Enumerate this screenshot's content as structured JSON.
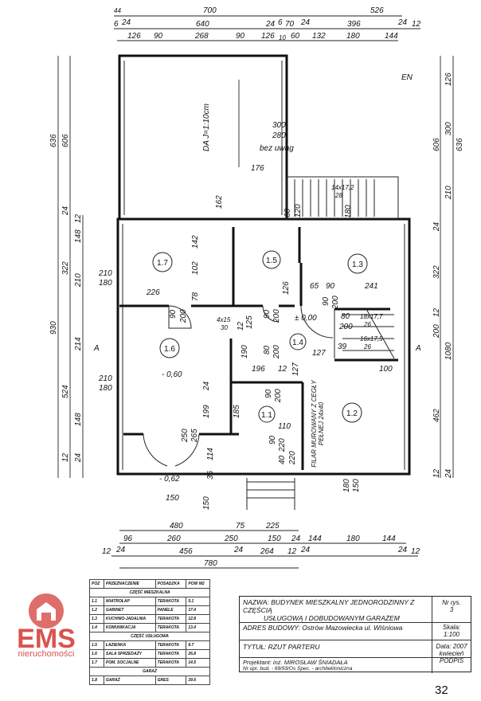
{
  "drawing": {
    "top_dims": {
      "row1": [
        "44",
        "700",
        "526"
      ],
      "row2": [
        "6",
        "24",
        "640",
        "24",
        "6",
        "70",
        "24",
        "396",
        "24",
        "12"
      ],
      "row3": [
        "126",
        "90",
        "268",
        "90",
        "126",
        "10",
        "60",
        "132",
        "180",
        "144"
      ]
    },
    "bottom_dims": {
      "row1": [
        "480",
        "75",
        "225"
      ],
      "row2": [
        "96",
        "260",
        "250",
        "150",
        "24",
        "144",
        "180",
        "144"
      ],
      "row3": [
        "12",
        "24",
        "456",
        "24",
        "264",
        "12",
        "24",
        "24",
        "12"
      ],
      "row4": [
        "780"
      ]
    },
    "left_dims": [
      "636",
      "606",
      "24",
      "12",
      "148",
      "322",
      "210",
      "930",
      "214",
      "524",
      "148",
      "12",
      "24"
    ],
    "right_dims": [
      "126",
      "300",
      "606",
      "636",
      "210",
      "24",
      "322",
      "12",
      "200",
      "1080",
      "462",
      "12",
      "24"
    ],
    "rooms": [
      "1.1",
      "1.2",
      "1.3",
      "1.4",
      "1.5",
      "1.6",
      "1.7"
    ],
    "levels": [
      "± 0,00",
      "- 0,60",
      "- 0,62"
    ],
    "inner_dims": [
      "226",
      "90",
      "200",
      "78",
      "102",
      "142",
      "90",
      "200",
      "126",
      "65",
      "90",
      "241",
      "90",
      "200",
      "80",
      "200",
      "127",
      "39",
      "196",
      "12",
      "190",
      "125",
      "12",
      "80",
      "200",
      "127",
      "100",
      "24",
      "199",
      "250",
      "265",
      "185",
      "90",
      "200",
      "110",
      "90",
      "220",
      "40",
      "220",
      "36",
      "114",
      "150",
      "150",
      "180",
      "150",
      "180",
      "120",
      "60",
      "176",
      "162",
      "300",
      "280",
      "210",
      "180",
      "210",
      "180"
    ],
    "stairs": [
      "18x17,7",
      "26",
      "16x17,5",
      "26",
      "14x17,2",
      "28",
      "4x15",
      "30"
    ],
    "garage_notes": [
      "DA J=1:10cm",
      "bez uwag"
    ],
    "section_marks": [
      "A",
      "A"
    ],
    "pillar_note": "FILAR MUROWANY Z CEGŁY PEŁNEJ 24x40",
    "corner_note": "EN"
  },
  "room_table": {
    "headers": [
      "POZ",
      "PRZEZNACZENIE",
      "POSADZKA",
      "POW M2"
    ],
    "sections": [
      {
        "title": "CZĘŚĆ MIESZKALNA",
        "rows": [
          [
            "1.1",
            "WIATROŁAP",
            "TERAKOTA",
            "5.1"
          ],
          [
            "1.2",
            "GABINET",
            "PANELE",
            "17.4"
          ],
          [
            "1.3",
            "KUCHNIO-JADALNIA",
            "TERAKOTA",
            "12.8"
          ],
          [
            "1.4",
            "KOMUNIKACJA",
            "TERAKOTA",
            "13.4"
          ]
        ]
      },
      {
        "title": "CZĘŚĆ USŁUGOWA",
        "rows": [
          [
            "1.5",
            "ŁAZIENKA",
            "TERAKOTA",
            "8.7"
          ],
          [
            "1.6",
            "SALA SPRZEDAŻY",
            "TERAKOTA",
            "26.8"
          ],
          [
            "1.7",
            "POM. SOCJALNE",
            "TERAKOTA",
            "14.5"
          ]
        ]
      },
      {
        "title": "GARAŻ",
        "rows": [
          [
            "1.8",
            "GARAŻ",
            "GRES",
            "39.6"
          ]
        ]
      }
    ]
  },
  "title_block": {
    "name": "NAZWA: BUDYNEK MIESZKALNY JEDNORODZINNY Z CZĘŚCIĄ",
    "name2": "USŁUGOWĄ I DOBUDOWANYM GARAŻEM",
    "address": "ADRES BUDOWY: Ostrów Mazowiecka ul. Wiśniowa",
    "title": "TYTUŁ:   RZUT PARTERU",
    "designer": "Projektant:     inż. MIROSŁAW ŚNIADAŁA",
    "license": "Nr upr. bud. - 69/93/Os   Spec. - architektoniczna",
    "drawing_no_label": "Nr rys.",
    "drawing_no": "3",
    "scale_label": "Skala:",
    "scale": "1:100",
    "date_label": "Data: 2007",
    "date": "kwiecień",
    "signature_label": "PODPIS"
  },
  "watermark": {
    "brand": "EMS",
    "sub": "nieruchomości",
    "color": "#d9534f"
  },
  "page_number": "32"
}
